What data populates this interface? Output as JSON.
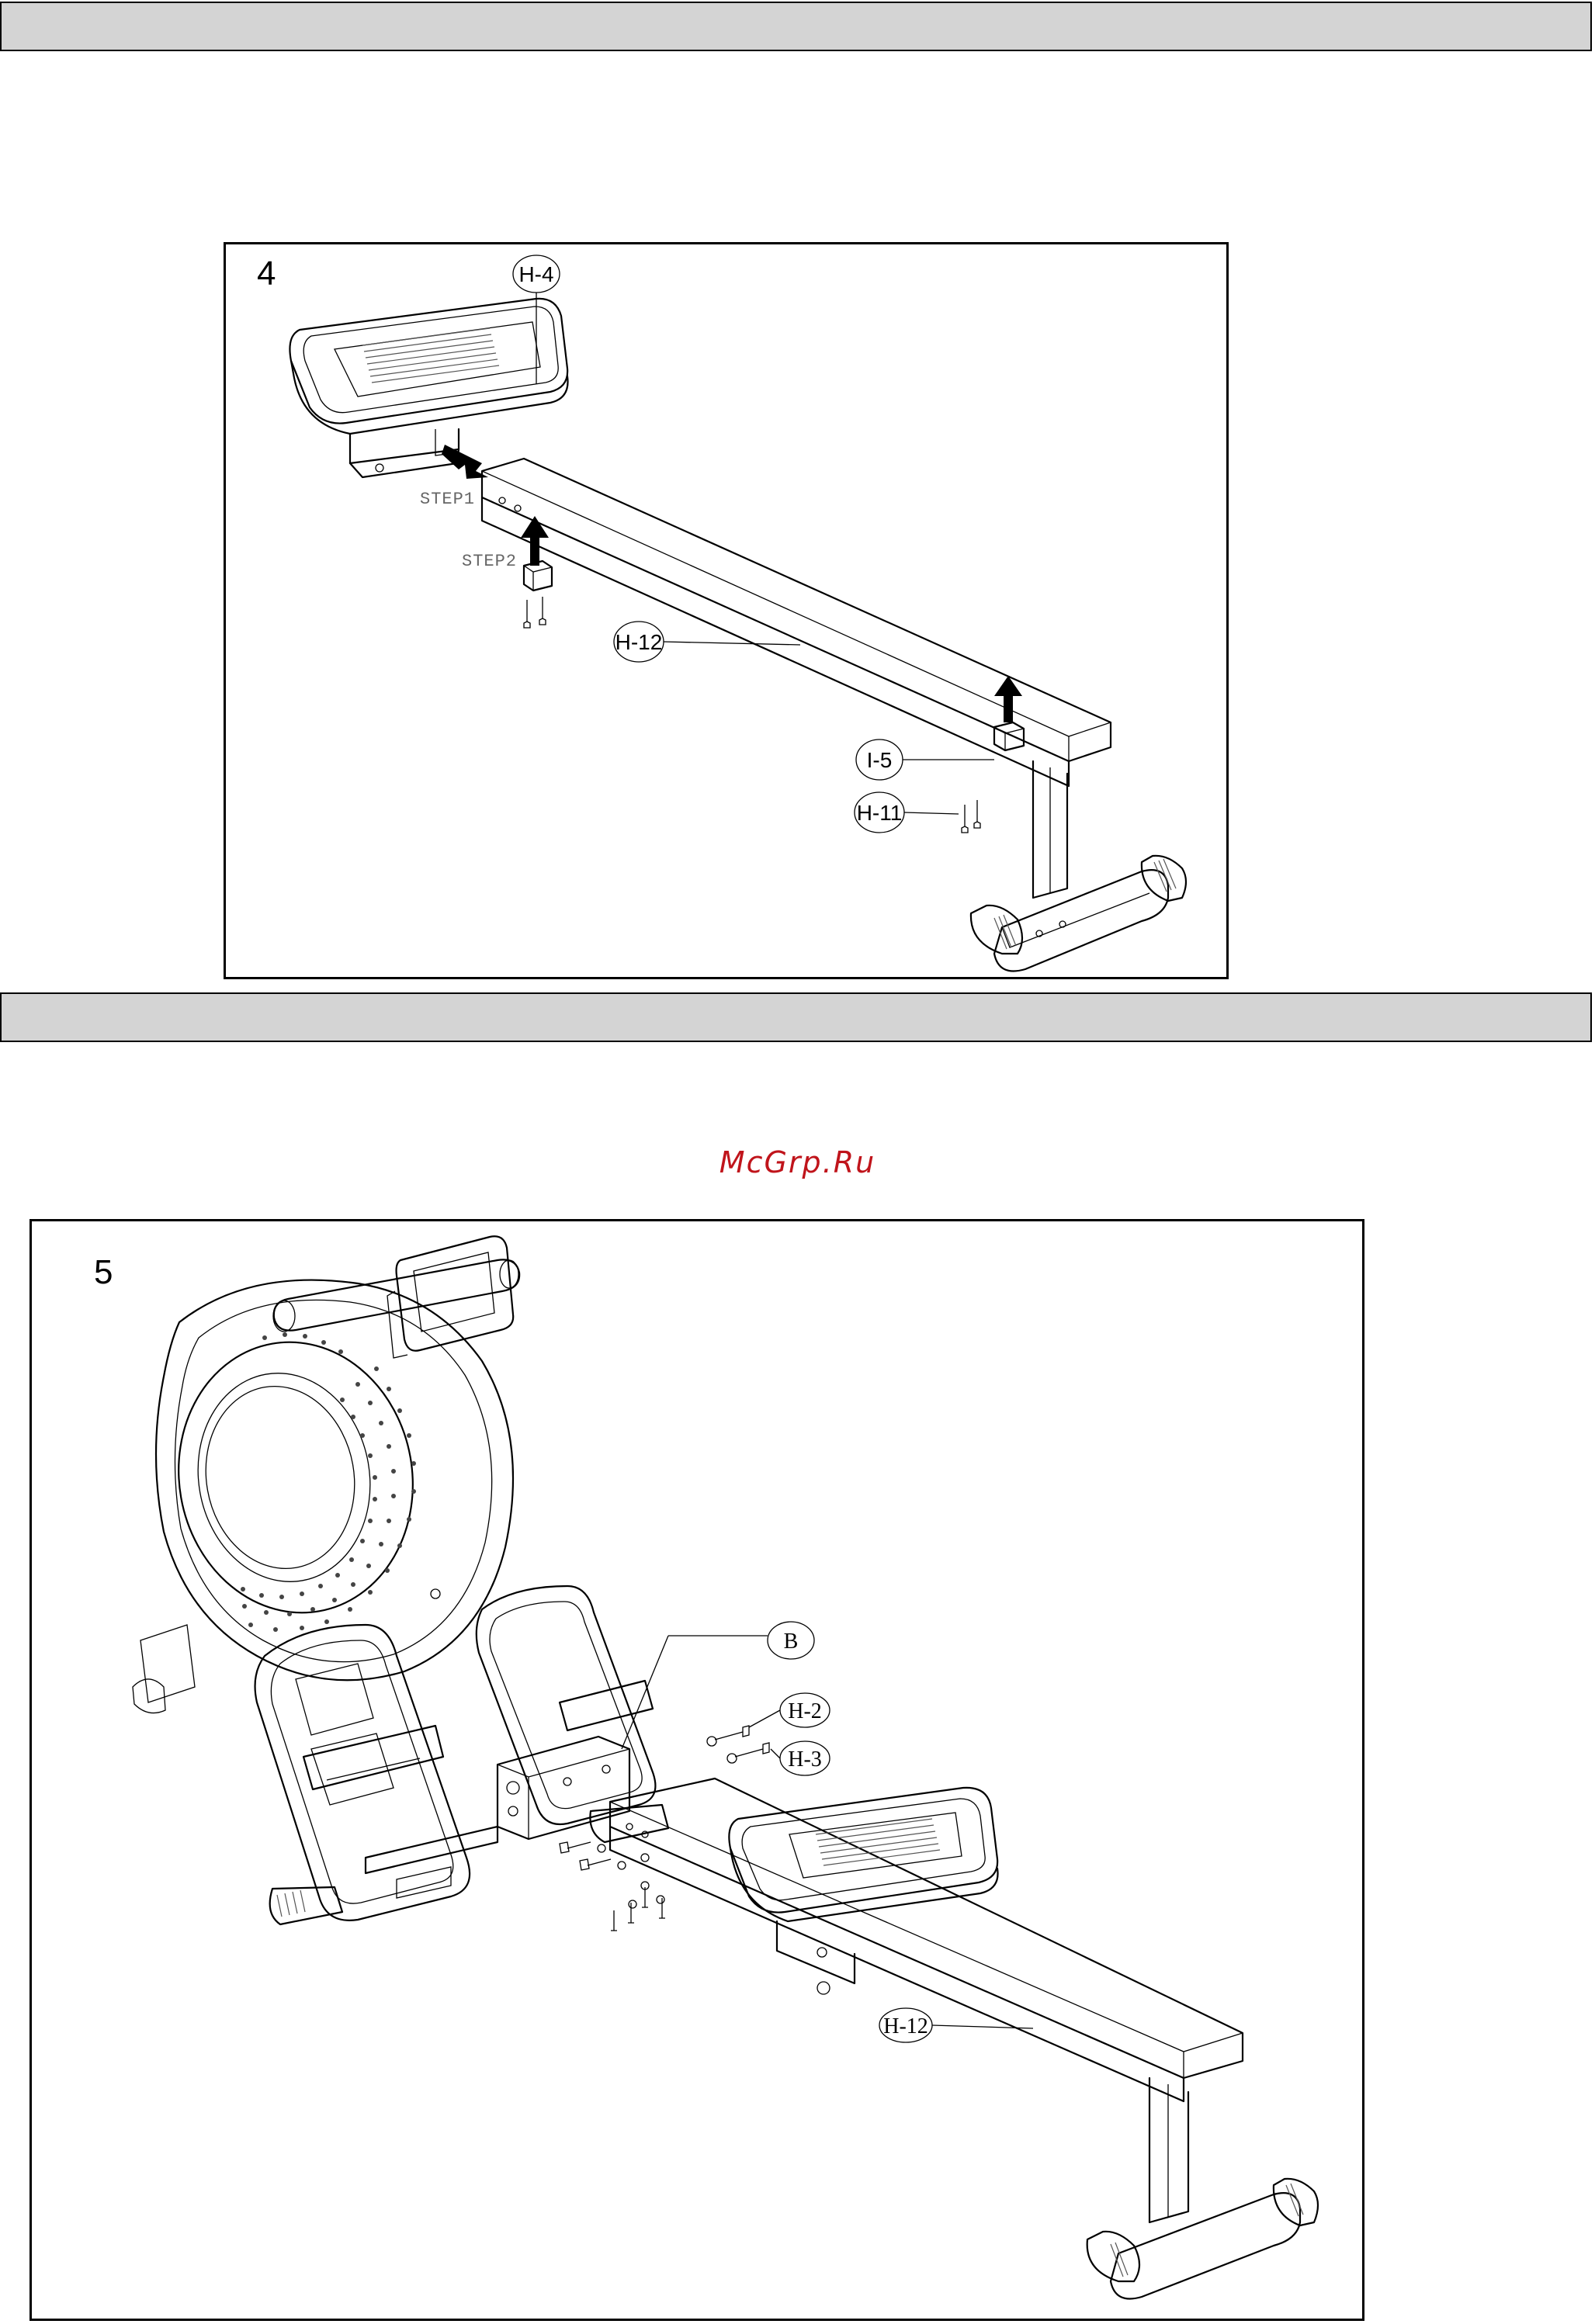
{
  "watermark": "McGrp.Ru",
  "step4": {
    "number": "4",
    "callouts": {
      "h4": "H-4",
      "h12": "H-12",
      "i5": "I-5",
      "h11": "H-11"
    },
    "step_labels": {
      "step1": "STEP1",
      "step2": "STEP2"
    }
  },
  "step5": {
    "number": "5",
    "callouts": {
      "b": "B",
      "h2": "H-2",
      "h3": "H-3",
      "h12": "H-12"
    }
  }
}
